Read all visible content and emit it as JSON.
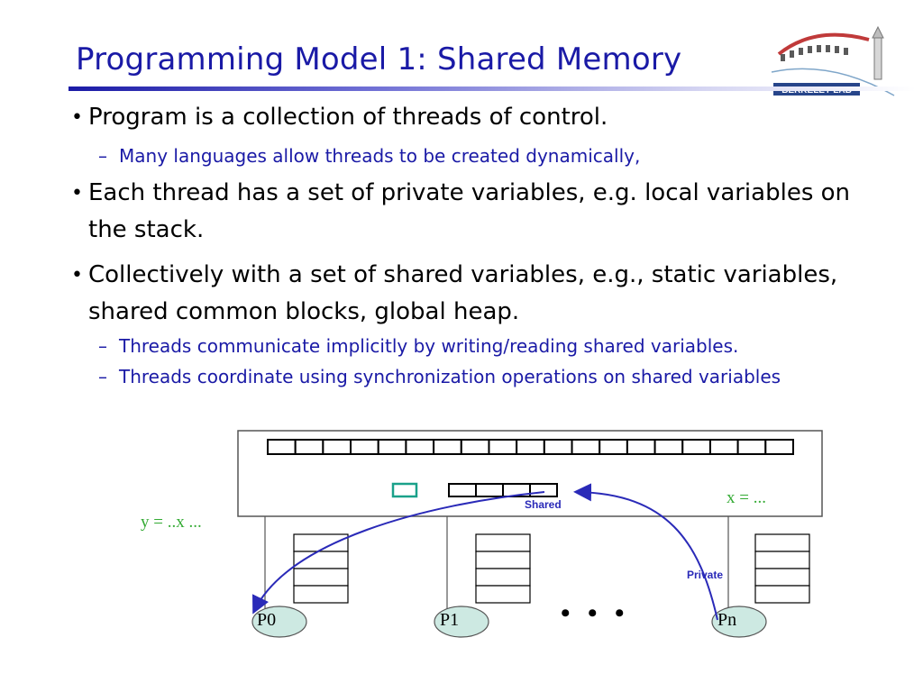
{
  "slide": {
    "title": "Programming Model 1:  Shared Memory",
    "logo_text": "BERKELEY LAB"
  },
  "bullets": [
    {
      "text": "Program is a collection of threads of control.",
      "subs": [
        "Many languages allow threads to be created dynamically,"
      ]
    },
    {
      "text": "Each thread has a set of private variables, e.g. local variables on the stack.",
      "subs": []
    },
    {
      "text": "Collectively with a set of shared variables, e.g., static variables, shared common blocks, global heap.",
      "subs": [
        "Threads communicate implicitly by writing/reading shared variables.",
        "Threads coordinate using synchronization operations on shared variables"
      ]
    }
  ],
  "diagram": {
    "annotation_x": "x = ...",
    "annotation_y": "y = ..x ...",
    "shared_label": "Shared",
    "private_label": "Private",
    "processors": [
      "P0",
      "P1",
      "Pn"
    ],
    "ellipsis": "• • •",
    "colors": {
      "annotation": "#33aa33",
      "arrow": "#2a2ab8",
      "processor_fill": "#cde9e2",
      "small_box": "#1aa18a"
    }
  }
}
